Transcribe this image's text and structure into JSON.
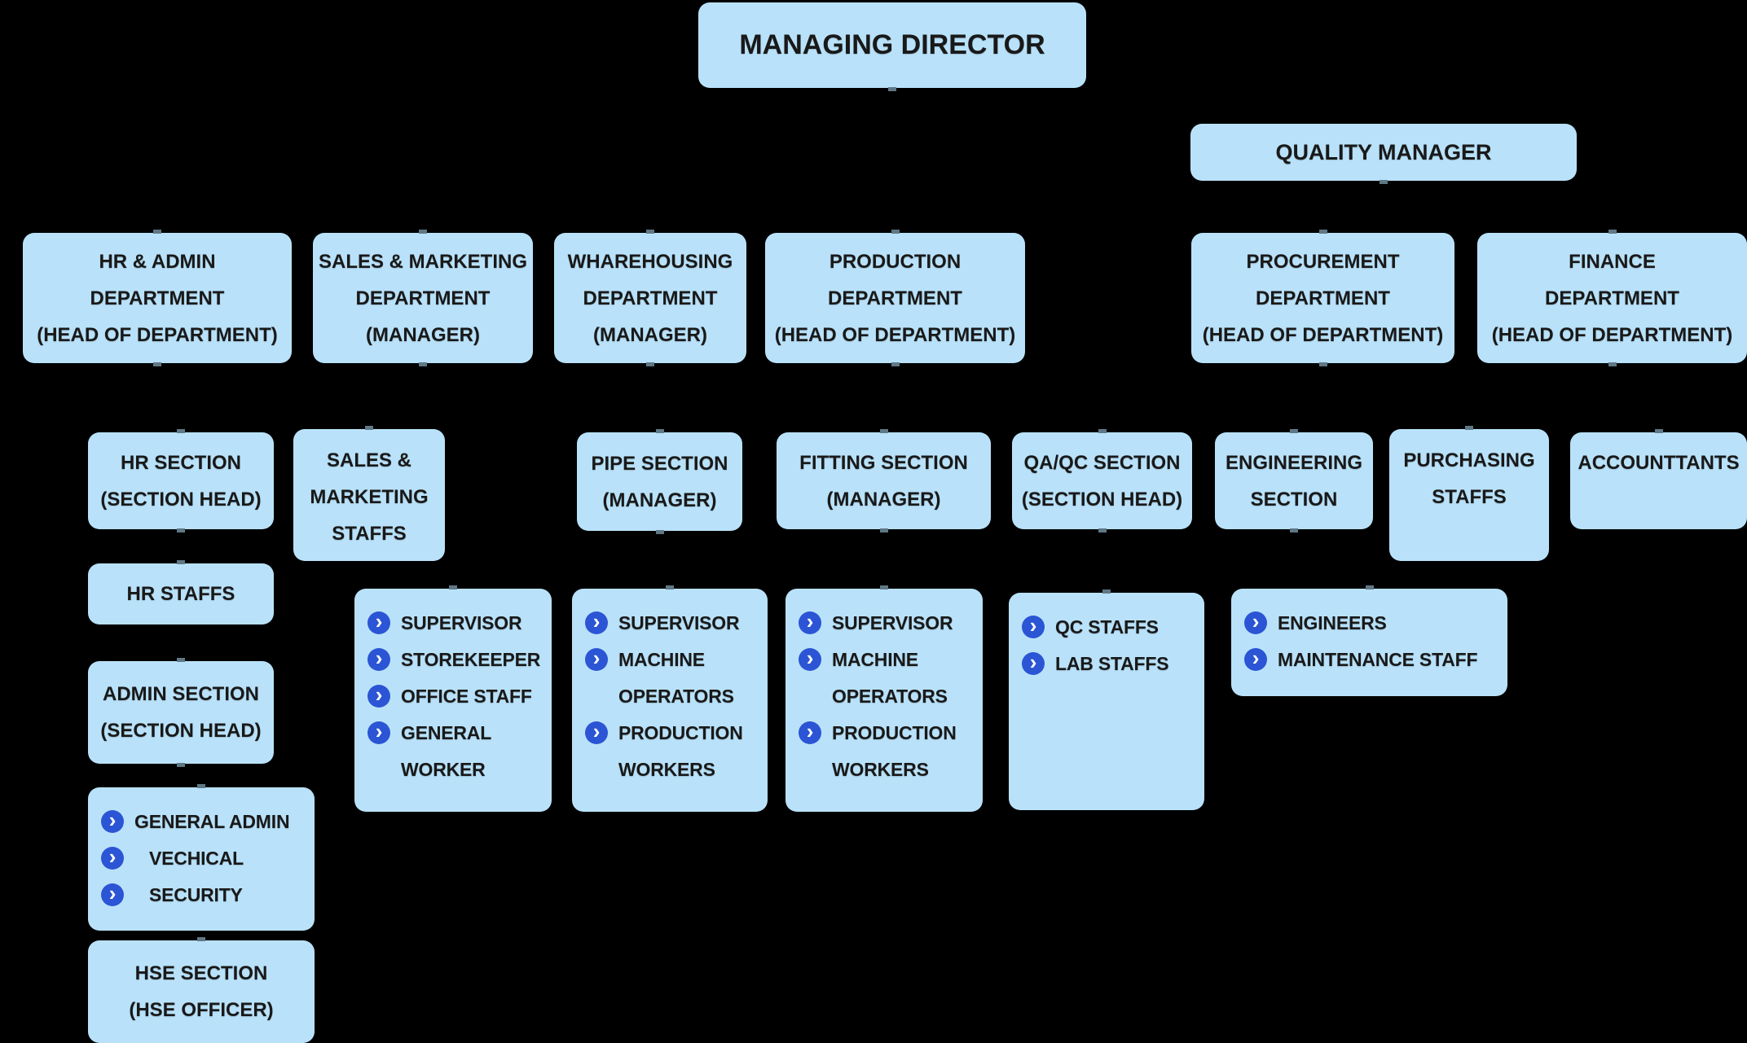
{
  "background": "#000000",
  "colors": {
    "box_fill": "#B9E2FA",
    "box_text": "#191919",
    "bullet_circle": "#2B55D4",
    "bullet_glyph_color": "#FFFFFF"
  },
  "bullet_glyph": "›",
  "boxes": {
    "managing_director": {
      "lines": [
        "MANAGING DIRECTOR"
      ]
    },
    "quality_manager": {
      "lines": [
        "QUALITY MANAGER"
      ]
    },
    "hr_admin_dept": {
      "lines": [
        "HR & ADMIN",
        "DEPARTMENT",
        "(HEAD OF DEPARTMENT)"
      ]
    },
    "sales_marketing_dept": {
      "lines": [
        "SALES & MARKETING",
        "DEPARTMENT",
        "(MANAGER)"
      ]
    },
    "warehousing_dept": {
      "lines": [
        "WHAREHOUSING",
        "DEPARTMENT",
        "(MANAGER)"
      ]
    },
    "production_dept": {
      "lines": [
        "PRODUCTION",
        "DEPARTMENT",
        "(HEAD OF DEPARTMENT)"
      ]
    },
    "procurement_dept": {
      "lines": [
        "PROCUREMENT",
        "DEPARTMENT",
        "(HEAD OF DEPARTMENT)"
      ]
    },
    "finance_dept": {
      "lines": [
        "FINANCE",
        "DEPARTMENT",
        "(HEAD OF DEPARTMENT)"
      ]
    },
    "hr_section": {
      "lines": [
        "HR SECTION",
        "(SECTION HEAD)"
      ]
    },
    "sales_marketing_staffs": {
      "lines": [
        "SALES &",
        "MARKETING",
        "STAFFS"
      ]
    },
    "pipe_section": {
      "lines": [
        "PIPE SECTION",
        "(MANAGER)"
      ]
    },
    "fitting_section": {
      "lines": [
        "FITTING SECTION",
        "(MANAGER)"
      ]
    },
    "qaqc_section": {
      "lines": [
        "QA/QC SECTION",
        "(SECTION HEAD)"
      ]
    },
    "engineering_section": {
      "lines": [
        "ENGINEERING",
        "SECTION"
      ]
    },
    "purchasing_staffs": {
      "lines": [
        "PURCHASING",
        "STAFFS"
      ]
    },
    "accountants": {
      "lines": [
        "ACCOUNTTANTS"
      ]
    },
    "hr_staffs": {
      "lines": [
        "HR STAFFS"
      ]
    },
    "admin_section": {
      "lines": [
        "ADMIN SECTION",
        "(SECTION HEAD)"
      ]
    },
    "hse_section": {
      "lines": [
        "HSE SECTION",
        "(HSE OFFICER)"
      ]
    }
  },
  "lists": {
    "warehouse_staff": {
      "items": [
        "SUPERVISOR",
        "STOREKEEPER",
        "OFFICE STAFF",
        "GENERAL WORKER"
      ]
    },
    "pipe_staff": {
      "items": [
        "SUPERVISOR",
        "MACHINE OPERATORS",
        "PRODUCTION WORKERS"
      ]
    },
    "fitting_staff": {
      "items": [
        "SUPERVISOR",
        "MACHINE OPERATORS",
        "PRODUCTION WORKERS"
      ]
    },
    "qaqc_staff": {
      "items": [
        "QC STAFFS",
        "LAB STAFFS"
      ]
    },
    "engineering_staff": {
      "items": [
        "ENGINEERS",
        "MAINTENANCE STAFF"
      ]
    },
    "admin_staff": {
      "items": [
        "GENERAL ADMIN",
        "VECHICAL",
        "SECURITY"
      ]
    }
  }
}
